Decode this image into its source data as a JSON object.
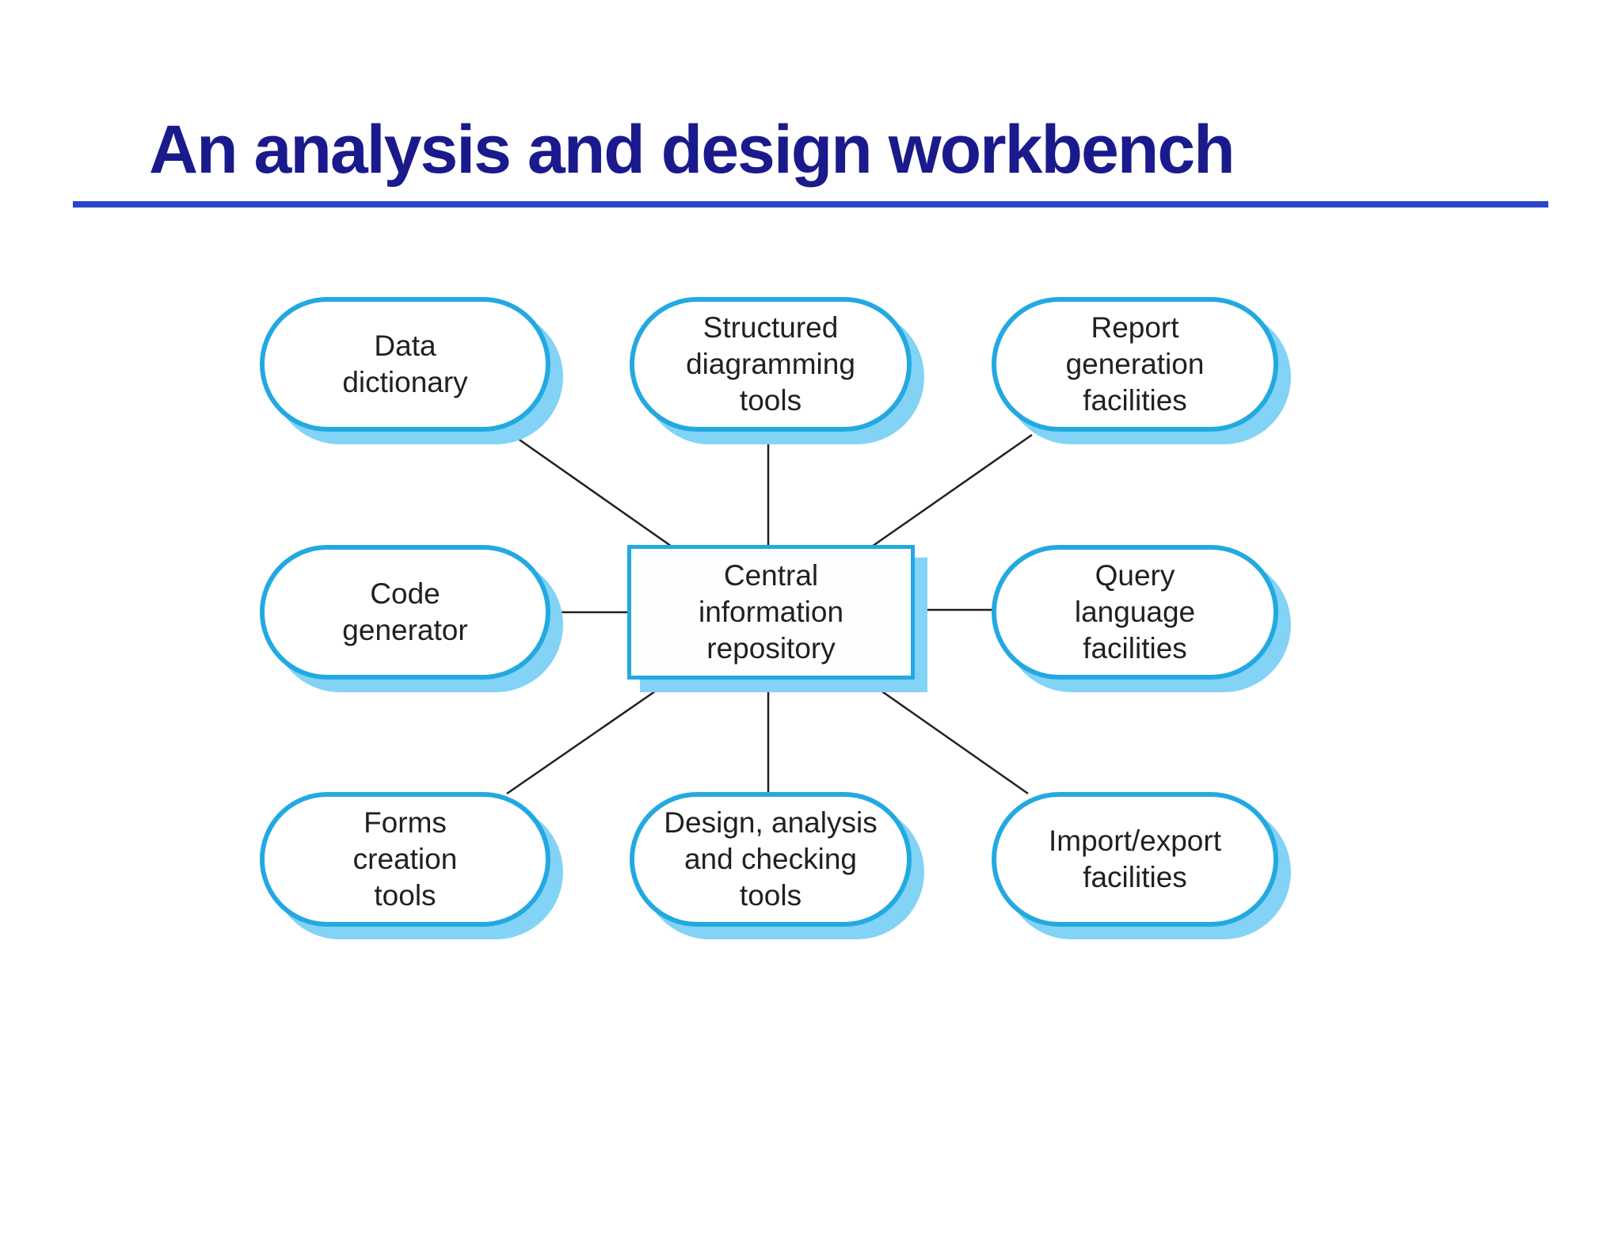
{
  "slide": {
    "title": "An analysis and design workbench"
  },
  "colors": {
    "title": "#1a1a8c",
    "rule": "#2a46c8",
    "border": "#23a9e1",
    "shadow": "#82d3f5",
    "line": "#231f20",
    "text": "#231f20"
  },
  "diagram": {
    "center": {
      "id": "central-information-repository",
      "label": "Central\ninformation\nrepository"
    },
    "nodes": [
      {
        "id": "data-dictionary",
        "label": "Data\ndictionary"
      },
      {
        "id": "structured-diagramming-tools",
        "label": "Structured\ndiagramming\ntools"
      },
      {
        "id": "report-generation-facilities",
        "label": "Report\ngeneration\nfacilities"
      },
      {
        "id": "code-generator",
        "label": "Code\ngenerator"
      },
      {
        "id": "query-language-facilities",
        "label": "Query\nlanguage\nfacilities"
      },
      {
        "id": "forms-creation-tools",
        "label": "Forms\ncreation\ntools"
      },
      {
        "id": "design-analysis-checking-tools",
        "label": "Design, analysis\nand checking\ntools"
      },
      {
        "id": "import-export-facilities",
        "label": "Import/export\nfacilities"
      }
    ],
    "edges": [
      {
        "from": "data-dictionary",
        "to": "central-information-repository"
      },
      {
        "from": "structured-diagramming-tools",
        "to": "central-information-repository"
      },
      {
        "from": "report-generation-facilities",
        "to": "central-information-repository"
      },
      {
        "from": "code-generator",
        "to": "central-information-repository"
      },
      {
        "from": "query-language-facilities",
        "to": "central-information-repository"
      },
      {
        "from": "forms-creation-tools",
        "to": "central-information-repository"
      },
      {
        "from": "design-analysis-checking-tools",
        "to": "central-information-repository"
      },
      {
        "from": "import-export-facilities",
        "to": "central-information-repository"
      }
    ]
  }
}
